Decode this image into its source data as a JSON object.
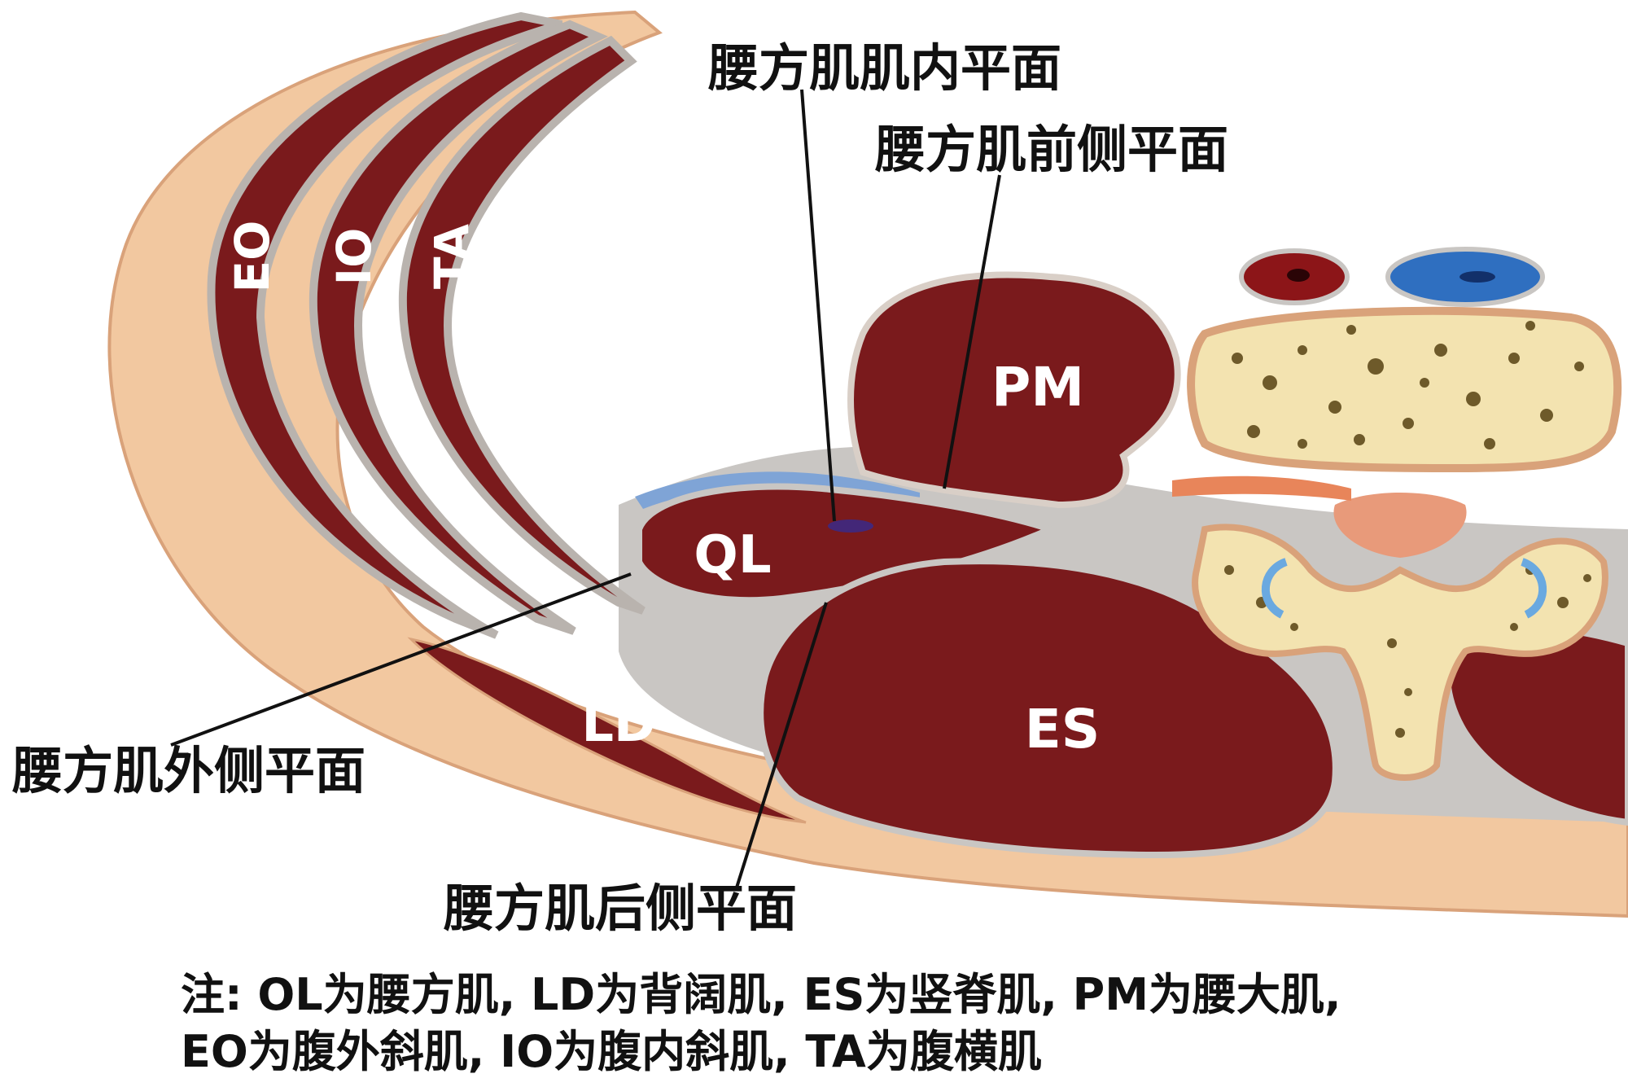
{
  "plane_labels": {
    "intramuscular": "腰方肌肌内平面",
    "anterior": "腰方肌前侧平面",
    "lateral": "腰方肌外侧平面",
    "posterior": "腰方肌后侧平面"
  },
  "muscle_labels": {
    "eo": "EO",
    "io": "IO",
    "ta": "TA",
    "pm": "PM",
    "ql": "QL",
    "ld": "LD",
    "es": "ES"
  },
  "note": {
    "line1": "注: OL为腰方肌, LD为背阔肌, ES为竖脊肌, PM为腰大肌,",
    "line2": "EO为腹外斜肌, IO为腹内斜肌, TA为腹横肌"
  },
  "colors": {
    "muscle": "#7a1a1c",
    "skin": "#f2c8a0",
    "fascia": "#bdbdbd",
    "bone": "#f3e3b0",
    "artery": "#8c1518",
    "vein": "#2f6fc0"
  }
}
